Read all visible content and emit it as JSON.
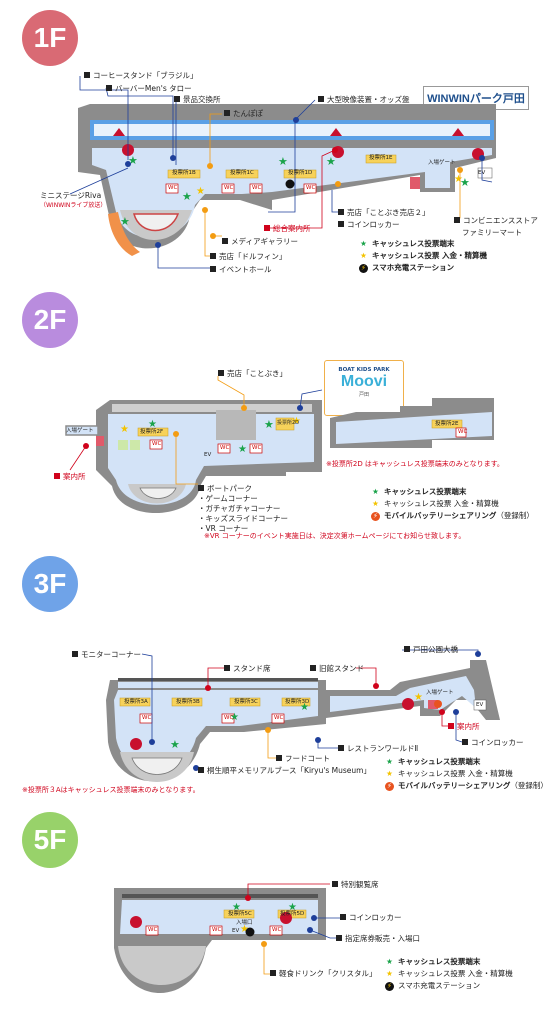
{
  "colors": {
    "f1": "#d96a74",
    "f2": "#b98cde",
    "f3": "#6fa3e8",
    "f5": "#98d26a",
    "floor": "#d3e3f7",
    "wall": "#7f7f7f",
    "accent": "#d0021b"
  },
  "floors": {
    "f1": "1F",
    "f2": "2F",
    "f3": "3F",
    "f5": "5F"
  },
  "f1": {
    "logo": "WINWINパーク戸田",
    "labels": {
      "coffee": "コーヒースタンド「ブラジル」",
      "barber": "バーバーMen's タロー",
      "prize": "景品交換所",
      "tanpopo": "たんぽぽ",
      "screen": "大型映像装置・オッズ盤",
      "mini": "ミニステージRiva",
      "mini_sub": "（WINWINライブ放送）",
      "kotobuki2": "売店「ことぶき売店２」",
      "coin": "コインロッカー",
      "conv1": "コンビニエンスストア",
      "conv2": "ファミリーマート",
      "info": "総合案内所",
      "media": "メディアギャラリー",
      "dolphin": "売店「ドルフィン」",
      "event": "イベントホール"
    },
    "map": {
      "v1B": "投票所1B",
      "v1C": "投票所1C",
      "v1D": "投票所1D",
      "v1E": "投票所1E",
      "gate": "入場ゲート",
      "wc": "WC",
      "ev": "EV"
    },
    "legend": {
      "l1": "キャッシュレス投票端末",
      "l2": "キャッシュレス投票 入金・精算機",
      "l3": "スマホ充電ステーション"
    }
  },
  "f2": {
    "labels": {
      "kotobuki": "売店「ことぶき」",
      "info": "案内所",
      "items": [
        "ボートパーク",
        "ゲームコーナー",
        "ガチャガチャコーナー",
        "キッズスライドコーナー",
        "VR コーナー"
      ],
      "vr_note": "※VR コーナーのイベント実施日は、決定次第ホームページにてお知らせ致します。",
      "v2D_note": "※投票所2D はキャッシュレス投票端末のみとなります。"
    },
    "kids": {
      "top": "BOAT KIDS PARK",
      "name": "Moovi",
      "sub": "戸田"
    },
    "map": {
      "v2F": "投票所2F",
      "v2D": "投票所2D",
      "v2E": "投票所2E",
      "gate": "入場ゲート",
      "wc": "WC",
      "ev": "EV"
    },
    "legend": {
      "l1": "キャッシュレス投票端末",
      "l2": "キャッシュレス投票 入金・精算機",
      "l3": "モバイルバッテリーシェアリング",
      "l3b": "（登録制）"
    }
  },
  "f3": {
    "labels": {
      "monitor": "モニターコーナー",
      "stand": "スタンド席",
      "old": "旧館スタンド",
      "park": "戸田公園大橋",
      "info": "案内所",
      "coin": "コインロッカー",
      "food": "フードコート",
      "restaurant": "レストランワールドⅡ",
      "kiryu": "桐生順平メモリアルブース「Kiryu's Museum」",
      "note": "※投票所３Aはキャッシュレス投票端末のみとなります。"
    },
    "map": {
      "v3A": "投票所3A",
      "v3B": "投票所3B",
      "v3C": "投票所3C",
      "v3D": "投票所3D",
      "gate": "入場ゲート",
      "wc": "WC",
      "ev": "EV"
    },
    "legend": {
      "l1": "キャッシュレス投票端末",
      "l2": "キャッシュレス投票 入金・精算機",
      "l3": "モバイルバッテリーシェアリング",
      "l3b": "（登録制）"
    }
  },
  "f5": {
    "labels": {
      "special": "特別観覧席",
      "coin": "コインロッカー",
      "reserved": "指定席券販売・入場口",
      "drink": "軽食ドリンク「クリスタル」"
    },
    "map": {
      "v5C": "投票所5C",
      "v5D": "投票所5D",
      "entry": "入場口",
      "wc": "WC",
      "ev": "EV"
    },
    "legend": {
      "l1": "キャッシュレス投票端末",
      "l2": "キャッシュレス投票 入金・精算機",
      "l3": "スマホ充電ステーション"
    }
  }
}
